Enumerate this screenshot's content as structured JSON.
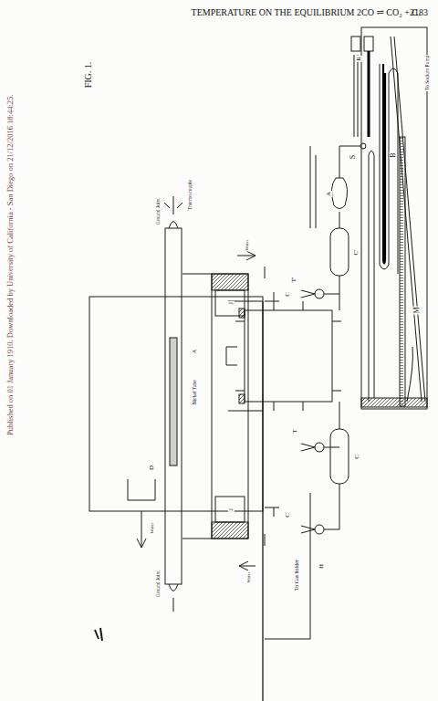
{
  "diagram": {
    "caption": "FIG. 1.",
    "labels": [
      "TEMPERATURE ON THE EQUILIBRIUM 2CO ⇌ CO₂ + C.",
      "2183",
      "Published on 01 January 1910. Downloaded by University of California - San Diego on 21/12/2016 18:44:25.",
      "To Sodium Pump",
      "R",
      "S",
      "B",
      "M",
      "A",
      "C'",
      "T'",
      "H",
      "T",
      "C",
      "To Gas holder",
      "Ground Joint",
      "Thermo couple",
      "Ground Joint",
      "Nickel Tube",
      "A",
      "J",
      "J",
      "C",
      "C",
      "D",
      "Water",
      "Water",
      "Water"
    ]
  }
}
